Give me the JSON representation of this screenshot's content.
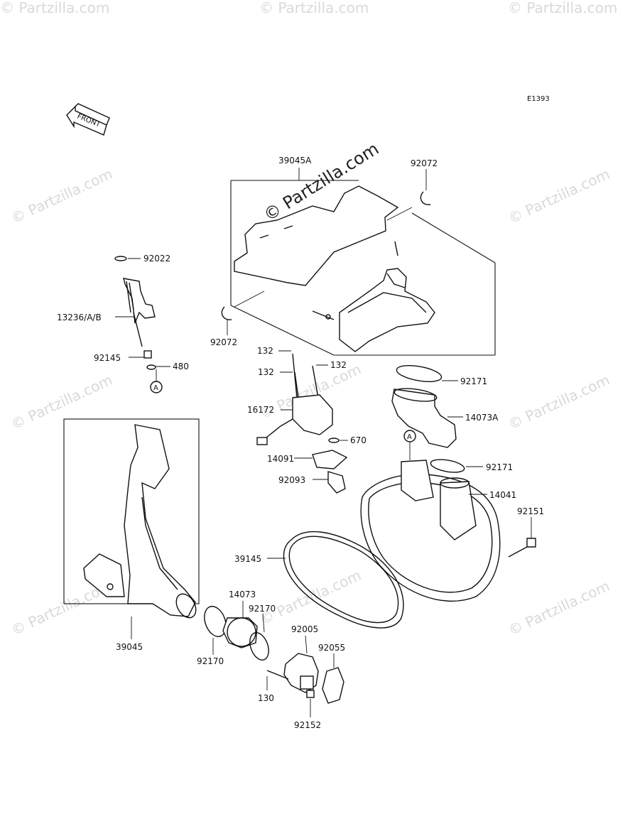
{
  "diagram": {
    "code": "E1393",
    "front_label": "FRONT",
    "watermark_center": "© Partzilla.com",
    "watermark_small": "© Partzilla.com",
    "ref_marker": "A",
    "callouts": {
      "c39045A": "39045A",
      "c92072_top": "92072",
      "c92072_bottom": "92072",
      "c92022": "92022",
      "c13236": "13236/A/B",
      "c92145": "92145",
      "c480": "480",
      "c132_a": "132",
      "c132_b": "132",
      "c132_c": "132",
      "c16172": "16172",
      "c670": "670",
      "c14091": "14091",
      "c92093": "92093",
      "c92171_top": "92171",
      "c14073A": "14073A",
      "c92171_mid": "92171",
      "c14041": "14041",
      "c92151": "92151",
      "c39145": "39145",
      "c14073": "14073",
      "c92170_a": "92170",
      "c92170_b": "92170",
      "c39045": "39045",
      "c92005": "92005",
      "c92055": "92055",
      "c130": "130",
      "c92152": "92152"
    }
  }
}
